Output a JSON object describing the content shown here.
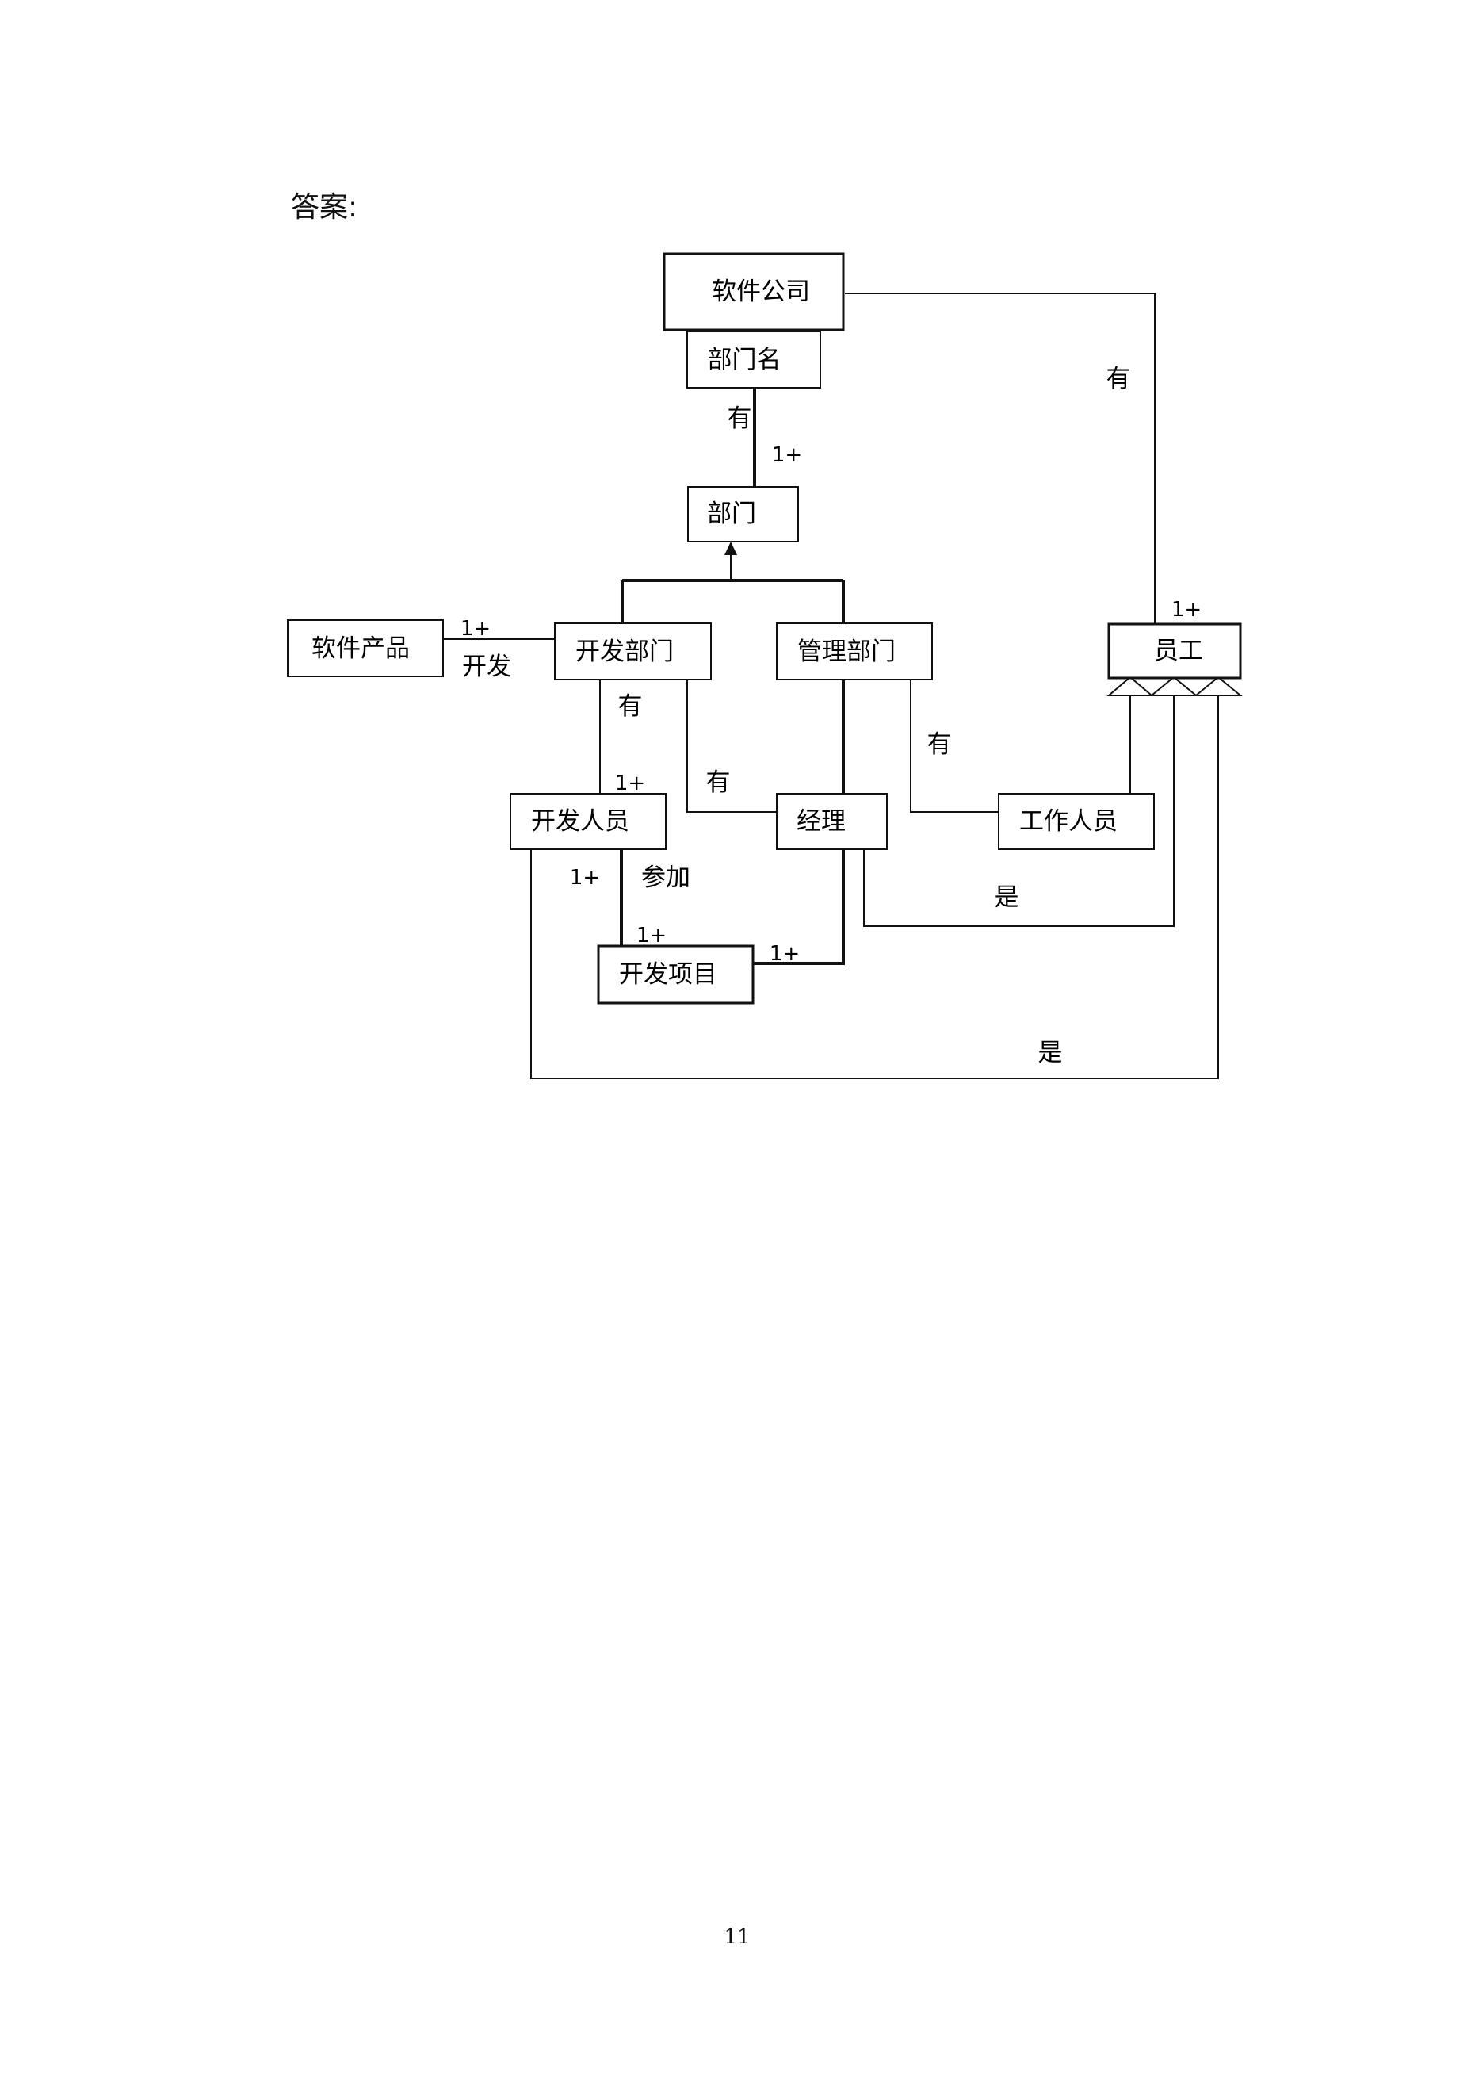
{
  "heading": "答案:",
  "page_number": "11",
  "entities": {
    "software_company": "软件公司",
    "dept_name": "部门名",
    "department": "部门",
    "software_product": "软件产品",
    "dev_department": "开发部门",
    "mgmt_department": "管理部门",
    "employee": "员工",
    "developer": "开发人员",
    "manager": "经理",
    "staff": "工作人员",
    "dev_project": "开发项目"
  },
  "relations": {
    "company_has_dept": "有",
    "company_has_employee": "有",
    "product_develop": "开发",
    "devdept_has_developer": "有",
    "devdept_has_manager": "有",
    "mgmtdept_has_staff": "有",
    "developer_participate": "参加",
    "manager_is_employee": "是",
    "developer_is_employee": "是"
  },
  "multiplicities": {
    "dept": "1+",
    "employee": "1+",
    "product": "1+",
    "developer": "1+",
    "participate_developer": "1+",
    "project_top": "1+",
    "project_manager": "1+"
  }
}
